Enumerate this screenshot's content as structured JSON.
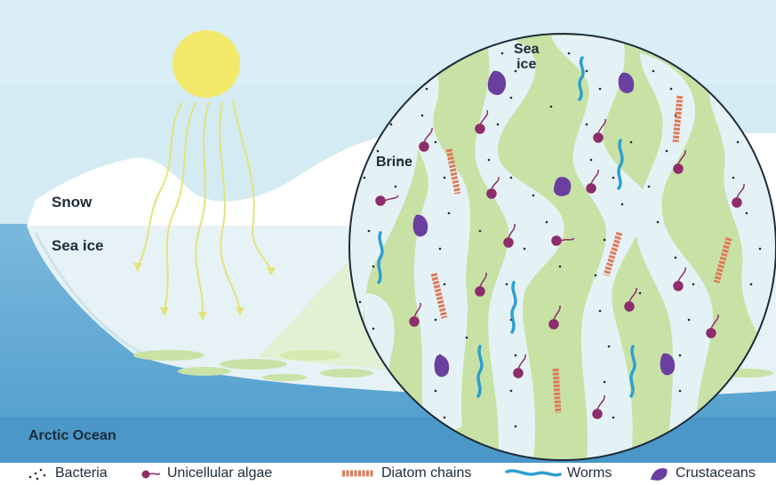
{
  "labels": {
    "snow": "Snow",
    "sea_ice": "Sea ice",
    "arctic_ocean": "Arctic Ocean",
    "brine": "Brine",
    "inset_sea_ice": "Sea\nice"
  },
  "legend": {
    "bacteria": "Bacteria",
    "algae": "Unicellular algae",
    "diatoms": "Diatom chains",
    "worms": "Worms",
    "crustaceans": "Crustaceans"
  },
  "colors": {
    "sky": "#d4ebf4",
    "ocean": "#5fa9d4",
    "ice": "#e9f4f8",
    "brine": "#c8e2a6",
    "sun": "#f2e96b",
    "algae": "#8e2d6a",
    "diatom": "#e07a5a",
    "worm": "#2e9fd0",
    "crustacean": "#6b3fa0"
  },
  "icons": {
    "bacteria": "bacteria-dots-icon",
    "algae": "algae-icon",
    "diatoms": "diatom-chain-icon",
    "worms": "worm-icon",
    "crustaceans": "crustacean-icon"
  }
}
